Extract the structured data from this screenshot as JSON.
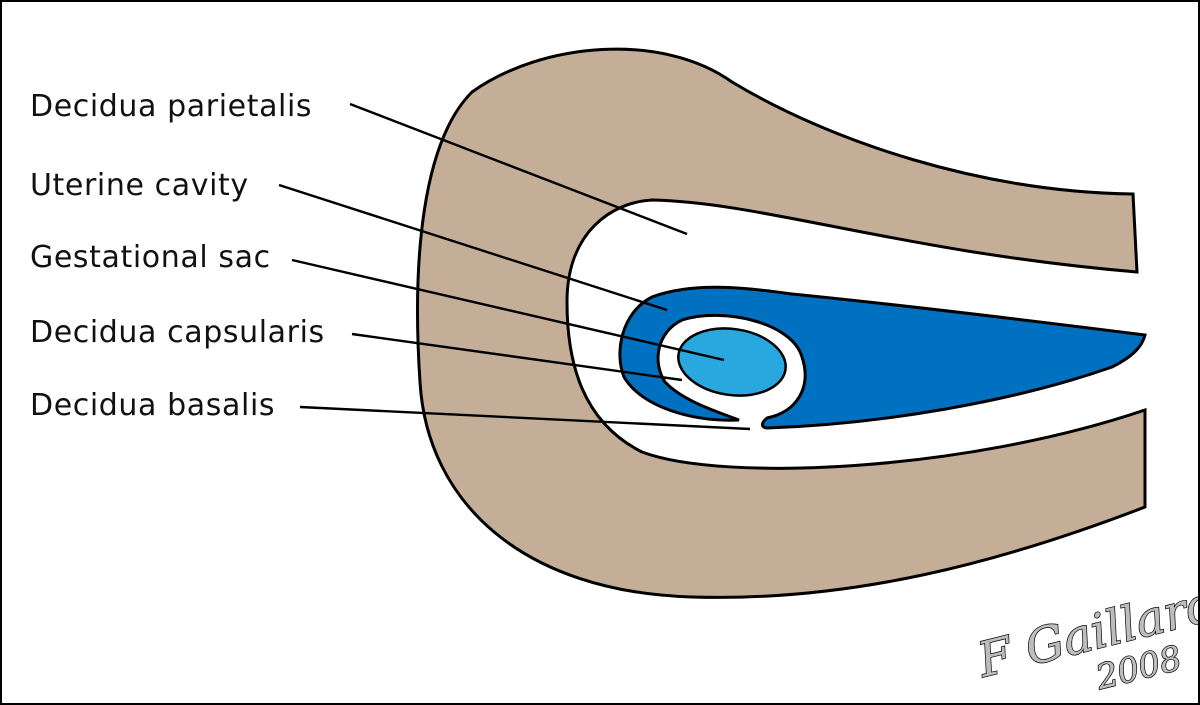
{
  "labels": {
    "decidua_parietalis": "Decidua parietalis",
    "uterine_cavity": "Uterine cavity",
    "gestational_sac": "Gestational sac",
    "decidua_capsularis": "Decidua capsularis",
    "decidua_basalis": "Decidua basalis"
  },
  "signature": {
    "name": "F Gaillard",
    "year": "2008"
  },
  "colors": {
    "uterine_wall": "#c4ae98",
    "decidua": "#0070c0",
    "gestational_sac": "#29a8e0",
    "cavity": "#ffffff",
    "outline": "#000000"
  }
}
